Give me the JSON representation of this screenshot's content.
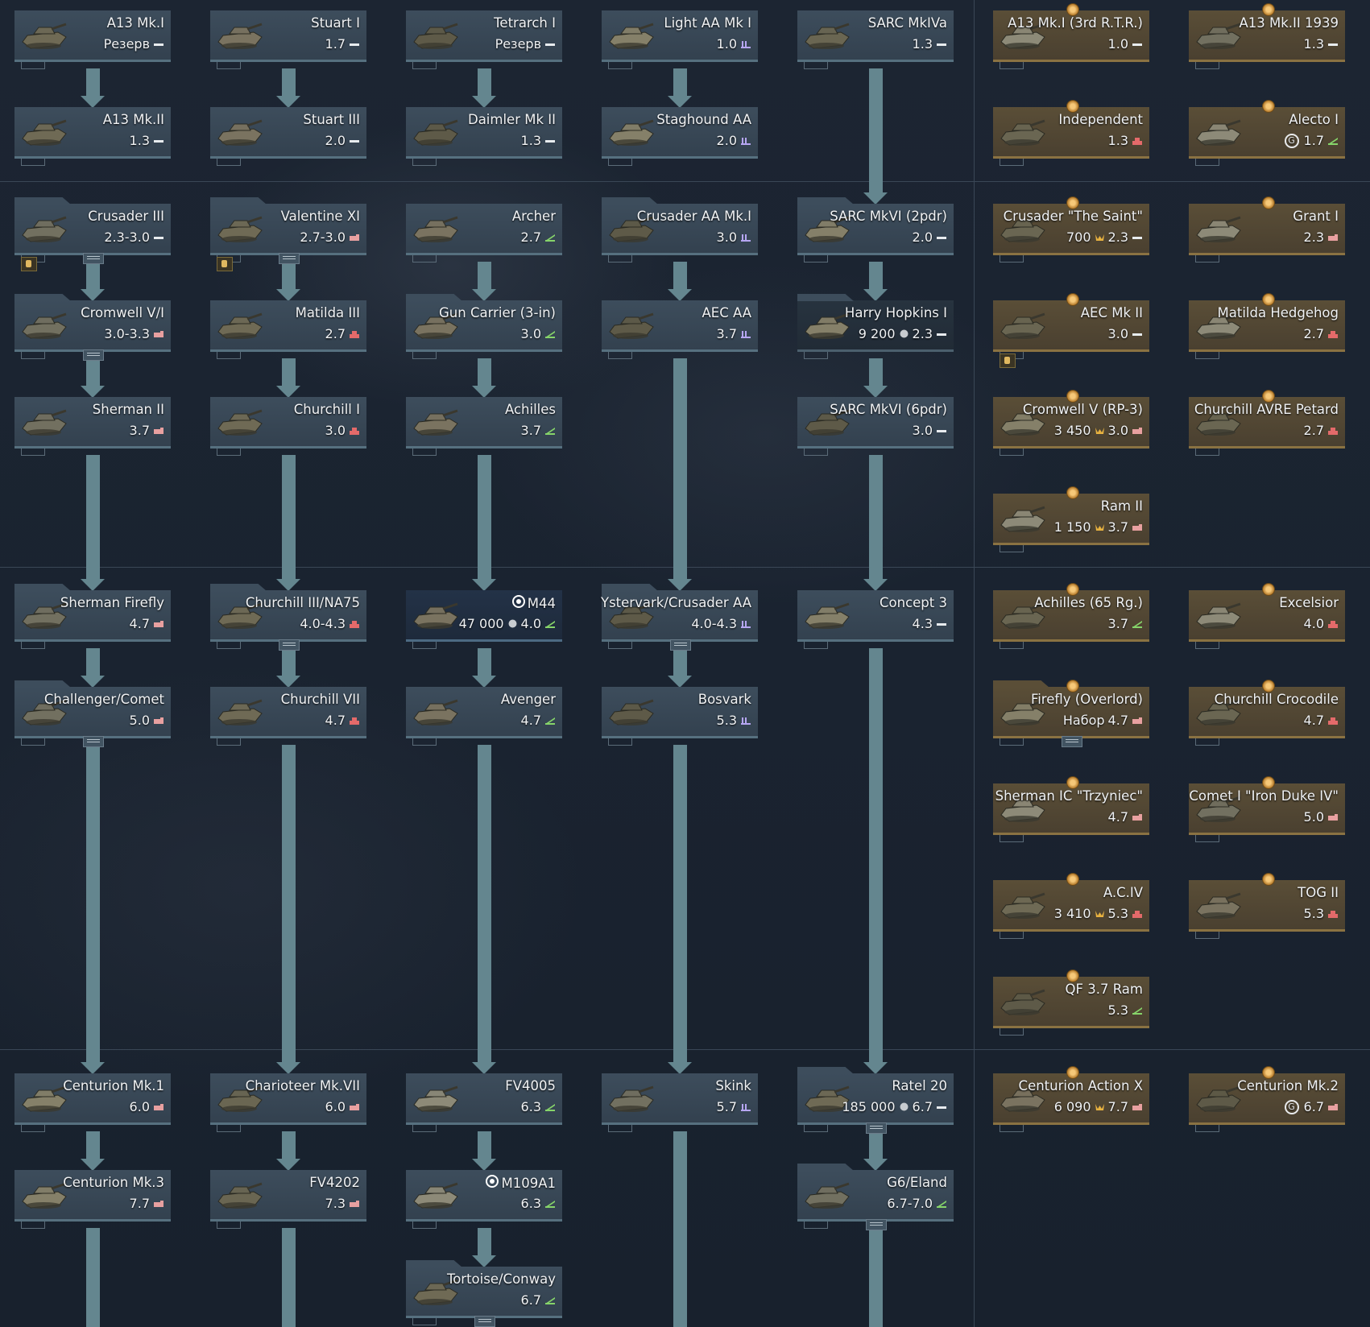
{
  "colors": {
    "light": "#e8ecef",
    "heavy": "#e46a6a",
    "spaa": "#b6a6f2",
    "td": "#86d46a",
    "medium": "#e8a0a0",
    "gold": "#e8b240"
  },
  "labels": {
    "premium_mark": "G"
  },
  "cards": [
    {
      "id": "a13mk1",
      "name": "A13 Mk.I",
      "br": "Резерв",
      "role": "light"
    },
    {
      "id": "stuart1",
      "name": "Stuart I",
      "br": "1.7",
      "role": "light"
    },
    {
      "id": "tetrarch",
      "name": "Tetrarch I",
      "br": "Резерв",
      "role": "light"
    },
    {
      "id": "lightaa",
      "name": "Light AA Mk I",
      "br": "1.0",
      "role": "spaa"
    },
    {
      "id": "sarc4",
      "name": "SARC MkIVa",
      "br": "1.3",
      "role": "light"
    },
    {
      "id": "a13mk1rtr",
      "name": "A13 Mk.I (3rd R.T.R.)",
      "br": "1.0",
      "role": "light"
    },
    {
      "id": "a13mk2_1939",
      "name": "A13 Mk.II 1939",
      "br": "1.3",
      "role": "light"
    },
    {
      "id": "a13mk2",
      "name": "A13 Mk.II",
      "br": "1.3",
      "role": "light"
    },
    {
      "id": "stuart3",
      "name": "Stuart III",
      "br": "2.0",
      "role": "light"
    },
    {
      "id": "daimler",
      "name": "Daimler Mk II",
      "br": "1.3",
      "role": "light"
    },
    {
      "id": "staghound",
      "name": "Staghound AA",
      "br": "2.0",
      "role": "spaa"
    },
    {
      "id": "independent",
      "name": "Independent",
      "br": "1.3",
      "role": "heavy"
    },
    {
      "id": "alecto",
      "name": "Alecto I",
      "br": "1.7",
      "role": "td",
      "g": true
    },
    {
      "id": "crusader3",
      "name": "Crusader III",
      "br": "2.3-3.0",
      "role": "light"
    },
    {
      "id": "valentine",
      "name": "Valentine XI",
      "br": "2.7-3.0",
      "role": "medium"
    },
    {
      "id": "archer",
      "name": "Archer",
      "br": "2.7",
      "role": "td"
    },
    {
      "id": "crusaderaa",
      "name": "Crusader AA Mk.I",
      "br": "3.0",
      "role": "spaa"
    },
    {
      "id": "sarc2pdr",
      "name": "SARC MkVI (2pdr)",
      "br": "2.0",
      "role": "light"
    },
    {
      "id": "saint",
      "name": "Crusader \"The Saint\"",
      "br": "2.3",
      "role": "light",
      "price": "700"
    },
    {
      "id": "grant",
      "name": "Grant I",
      "br": "2.3",
      "role": "medium"
    },
    {
      "id": "cromwell",
      "name": "Cromwell V/I",
      "br": "3.0-3.3",
      "role": "medium"
    },
    {
      "id": "matilda",
      "name": "Matilda III",
      "br": "2.7",
      "role": "heavy"
    },
    {
      "id": "guncarrier",
      "name": "Gun Carrier (3-in)",
      "br": "3.0",
      "role": "td"
    },
    {
      "id": "aecaa",
      "name": "AEC AA",
      "br": "3.7",
      "role": "spaa"
    },
    {
      "id": "harry",
      "name": "Harry Hopkins I",
      "br": "2.3",
      "role": "light",
      "price": "9 200"
    },
    {
      "id": "aecmk2",
      "name": "AEC Mk II",
      "br": "3.0",
      "role": "light"
    },
    {
      "id": "hedgehog",
      "name": "Matilda Hedgehog",
      "br": "2.7",
      "role": "heavy"
    },
    {
      "id": "sherman2",
      "name": "Sherman II",
      "br": "3.7",
      "role": "medium"
    },
    {
      "id": "churchill1",
      "name": "Churchill I",
      "br": "3.0",
      "role": "heavy"
    },
    {
      "id": "achilles",
      "name": "Achilles",
      "br": "3.7",
      "role": "td"
    },
    {
      "id": "sarc6pdr",
      "name": "SARC MkVI (6pdr)",
      "br": "3.0",
      "role": "light"
    },
    {
      "id": "cromwellrp3",
      "name": "Cromwell V (RP-3)",
      "br": "3.0",
      "role": "medium",
      "price": "3 450"
    },
    {
      "id": "avre",
      "name": "Churchill AVRE Petard",
      "br": "2.7",
      "role": "heavy"
    },
    {
      "id": "ram2",
      "name": "Ram II",
      "br": "3.7",
      "role": "medium",
      "price": "1 150"
    },
    {
      "id": "firefly",
      "name": "Sherman Firefly",
      "br": "4.7",
      "role": "medium"
    },
    {
      "id": "churchill3",
      "name": "Churchill III/NA75",
      "br": "4.0-4.3",
      "role": "heavy"
    },
    {
      "id": "m44",
      "name": "M44",
      "br": "4.0",
      "role": "td",
      "price": "47 000",
      "mark": true
    },
    {
      "id": "ystervark",
      "name": "Ystervark/Crusader AA",
      "br": "4.0-4.3",
      "role": "spaa"
    },
    {
      "id": "concept3",
      "name": "Concept 3",
      "br": "4.3",
      "role": "light"
    },
    {
      "id": "achilles65",
      "name": "Achilles (65 Rg.)",
      "br": "3.7",
      "role": "td"
    },
    {
      "id": "excelsior",
      "name": "Excelsior",
      "br": "4.0",
      "role": "heavy"
    },
    {
      "id": "challenger",
      "name": "Challenger/Comet",
      "br": "5.0",
      "role": "medium"
    },
    {
      "id": "churchill7",
      "name": "Churchill VII",
      "br": "4.7",
      "role": "heavy"
    },
    {
      "id": "avenger",
      "name": "Avenger",
      "br": "4.7",
      "role": "td"
    },
    {
      "id": "bosvark",
      "name": "Bosvark",
      "br": "5.3",
      "role": "spaa"
    },
    {
      "id": "overlord",
      "name": "Firefly (Overlord)",
      "br": "4.7",
      "role": "medium",
      "pre": "Набор"
    },
    {
      "id": "crocodile",
      "name": "Churchill Crocodile",
      "br": "4.7",
      "role": "heavy"
    },
    {
      "id": "trzyniec",
      "name": "Sherman IC \"Trzyniec\"",
      "br": "4.7",
      "role": "medium"
    },
    {
      "id": "ironduke",
      "name": "Comet I \"Iron Duke IV\"",
      "br": "5.0",
      "role": "medium"
    },
    {
      "id": "aciv",
      "name": "A.C.IV",
      "br": "5.3",
      "role": "heavy",
      "price": "3 410"
    },
    {
      "id": "tog2",
      "name": "TOG II",
      "br": "5.3",
      "role": "heavy"
    },
    {
      "id": "qf37",
      "name": "QF 3.7 Ram",
      "br": "5.3",
      "role": "td"
    },
    {
      "id": "centurion1",
      "name": "Centurion Mk.1",
      "br": "6.0",
      "role": "medium"
    },
    {
      "id": "charioteer",
      "name": "Charioteer Mk.VII",
      "br": "6.0",
      "role": "medium"
    },
    {
      "id": "fv4005",
      "name": "FV4005",
      "br": "6.3",
      "role": "td"
    },
    {
      "id": "skink",
      "name": "Skink",
      "br": "5.7",
      "role": "spaa"
    },
    {
      "id": "ratel20",
      "name": "Ratel 20",
      "br": "6.7",
      "role": "light",
      "price": "185 000"
    },
    {
      "id": "actionx",
      "name": "Centurion Action X",
      "br": "7.7",
      "role": "medium",
      "price": "6 090"
    },
    {
      "id": "centmk2",
      "name": "Centurion Mk.2",
      "br": "6.7",
      "role": "medium",
      "g": true
    },
    {
      "id": "centurion3",
      "name": "Centurion Mk.3",
      "br": "7.7",
      "role": "medium"
    },
    {
      "id": "fv4202",
      "name": "FV4202",
      "br": "7.3",
      "role": "medium"
    },
    {
      "id": "m109",
      "name": "M109A1",
      "br": "6.3",
      "role": "td",
      "mark": true
    },
    {
      "id": "eland",
      "name": "G6/Eland",
      "br": "6.7-7.0",
      "role": "td"
    },
    {
      "id": "tortoise",
      "name": "Tortoise/Conway",
      "br": "6.7",
      "role": "td"
    }
  ]
}
